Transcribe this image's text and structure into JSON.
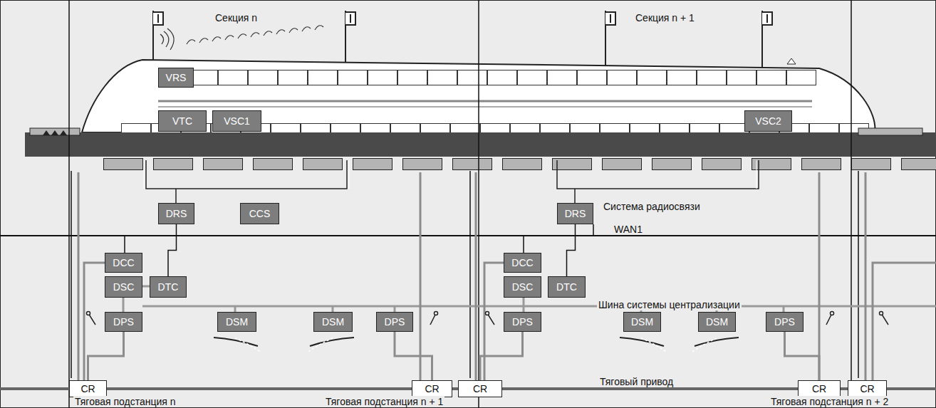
{
  "diagram": {
    "nodes": [
      {
        "text": [
          "VRS"
        ]
      },
      {
        "text": [
          "VTC"
        ]
      },
      {
        "text": [
          "VSC1"
        ]
      },
      {
        "text": [
          "VSC2"
        ]
      },
      {
        "text": [
          "DRS"
        ]
      },
      {
        "text": [
          "CCS"
        ]
      },
      {
        "text": [
          "DRS"
        ]
      },
      {
        "text": [
          "DCC"
        ]
      },
      {
        "text": [
          "DCC"
        ]
      },
      {
        "text": [
          "DSC"
        ]
      },
      {
        "text": [
          "DTC"
        ]
      },
      {
        "text": [
          "DSC"
        ]
      },
      {
        "text": [
          "DTC"
        ]
      },
      {
        "text": [
          "DPS"
        ]
      },
      {
        "text": [
          "DSM"
        ]
      },
      {
        "text": [
          "DSM"
        ]
      },
      {
        "text": [
          "DPS"
        ]
      },
      {
        "text": [
          "DPS"
        ]
      },
      {
        "text": [
          "DSM"
        ]
      },
      {
        "text": [
          "DSM"
        ]
      },
      {
        "text": [
          "DPS"
        ]
      },
      {
        "text": [
          "CR"
        ]
      },
      {
        "text": [
          "CR"
        ]
      },
      {
        "text": [
          "CR"
        ]
      },
      {
        "text": [
          "CR"
        ]
      },
      {
        "text": [
          "CR"
        ]
      }
    ],
    "edges": [
      {
        "from": 4,
        "to": 10,
        "arrow": "none"
      },
      {
        "from": 6,
        "to": 12,
        "arrow": "none"
      },
      {
        "from": 13,
        "to": 21,
        "arrow": "none"
      },
      {
        "from": 16,
        "to": 22,
        "arrow": "none"
      },
      {
        "from": 17,
        "to": 23,
        "arrow": "none"
      },
      {
        "from": 20,
        "to": 24,
        "arrow": "none"
      }
    ],
    "labels": [
      "Секция n",
      "Секция n + 1",
      "Система радиосвязи",
      "WAN1",
      "Шина системы централизации",
      "Тяговая подстанция n",
      "Тяговая подстанция n + 1",
      "Тяговый привод",
      "Тяговая подстанция n + 2"
    ]
  }
}
